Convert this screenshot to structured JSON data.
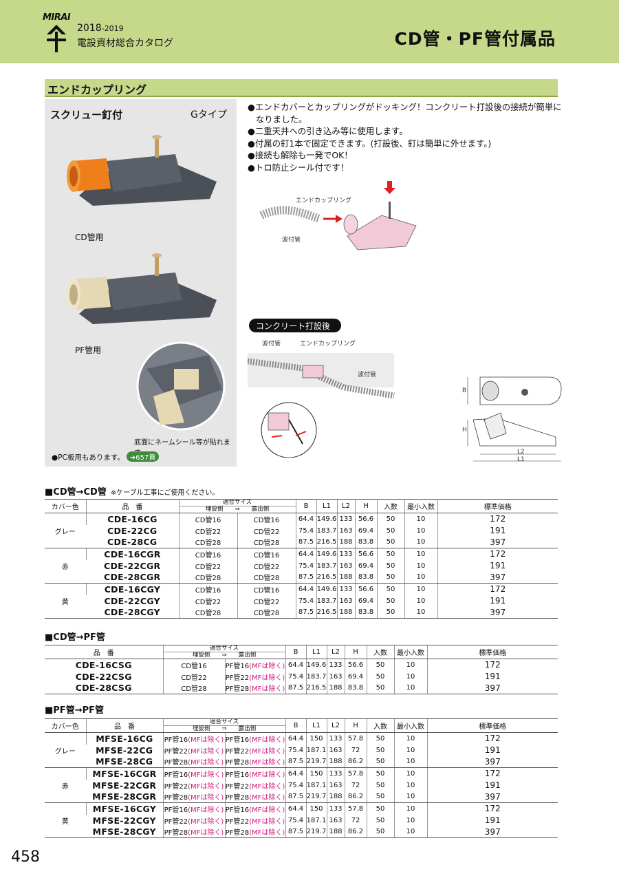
{
  "header": {
    "logo_text": "MIRAI",
    "year": "2018",
    "year_tail": "-2019",
    "catalog": "電設資材総合カタログ",
    "title": "CD管・PF管付属品"
  },
  "section": {
    "title": "エンドカップリング"
  },
  "panel": {
    "title": "スクリュー釘付",
    "type": "Gタイプ",
    "cd_caption": "CD管用",
    "pf_caption": "PF管用",
    "bottom_note": "底面にネームシール等が貼れます。",
    "pc_note": "●PC板用もあります。",
    "pc_ref": "657頁"
  },
  "features": [
    "エンドカバーとカップリングがドッキング！コンクリート打設後の接続が簡単になりました。",
    "二重天井への引き込み等に使用します。",
    "付属の釘1本で固定できます。(打設後、釘は簡単に外せます。)",
    "接続も解除も一発でOK！",
    "トロ防止シール付です！"
  ],
  "diagram": {
    "label_coupling": "エンドカップリング",
    "label_pipe": "波付管",
    "after_badge": "コンクリート打設後",
    "label_pipe2": "波付管",
    "label_coupling2": "エンドカップリング",
    "label_pipe3": "波付管",
    "dim_B": "B",
    "dim_H": "H",
    "dim_L2": "L2",
    "dim_L1": "L1"
  },
  "colors": {
    "accent": "#c6d98a",
    "magenta": "#d0167a"
  },
  "tables": {
    "headers": {
      "cover": "カバー色",
      "part": "品　番",
      "size": "適合サイズ",
      "buried": "埋設側",
      "arrow": "⇒",
      "exposed": "露出側",
      "B": "B",
      "L1": "L1",
      "L2": "L2",
      "H": "H",
      "qty": "入数",
      "min_qty": "最小入数",
      "price": "標準価格"
    },
    "cd_cd": {
      "title": "■CD管→CD管",
      "note": "※ケーブル工事にご使用ください。",
      "rows": [
        {
          "color": "グレー",
          "part": "CDE-16CG",
          "buried": "CD管16",
          "exposed": "CD管16",
          "B": "64.4",
          "L1": "149.6",
          "L2": "133",
          "H": "56.6",
          "qty": "50",
          "min": "10",
          "price": "172"
        },
        {
          "color": "",
          "part": "CDE-22CG",
          "buried": "CD管22",
          "exposed": "CD管22",
          "B": "75.4",
          "L1": "183.7",
          "L2": "163",
          "H": "69.4",
          "qty": "50",
          "min": "10",
          "price": "191"
        },
        {
          "color": "",
          "part": "CDE-28CG",
          "buried": "CD管28",
          "exposed": "CD管28",
          "B": "87.5",
          "L1": "216.5",
          "L2": "188",
          "H": "83.8",
          "qty": "50",
          "min": "10",
          "price": "397"
        },
        {
          "color": "赤",
          "part": "CDE-16CGR",
          "buried": "CD管16",
          "exposed": "CD管16",
          "B": "64.4",
          "L1": "149.6",
          "L2": "133",
          "H": "56.6",
          "qty": "50",
          "min": "10",
          "price": "172"
        },
        {
          "color": "",
          "part": "CDE-22CGR",
          "buried": "CD管22",
          "exposed": "CD管22",
          "B": "75.4",
          "L1": "183.7",
          "L2": "163",
          "H": "69.4",
          "qty": "50",
          "min": "10",
          "price": "191"
        },
        {
          "color": "",
          "part": "CDE-28CGR",
          "buried": "CD管28",
          "exposed": "CD管28",
          "B": "87.5",
          "L1": "216.5",
          "L2": "188",
          "H": "83.8",
          "qty": "50",
          "min": "10",
          "price": "397"
        },
        {
          "color": "黄",
          "part": "CDE-16CGY",
          "buried": "CD管16",
          "exposed": "CD管16",
          "B": "64.4",
          "L1": "149.6",
          "L2": "133",
          "H": "56.6",
          "qty": "50",
          "min": "10",
          "price": "172"
        },
        {
          "color": "",
          "part": "CDE-22CGY",
          "buried": "CD管22",
          "exposed": "CD管22",
          "B": "75.4",
          "L1": "183.7",
          "L2": "163",
          "H": "69.4",
          "qty": "50",
          "min": "10",
          "price": "191"
        },
        {
          "color": "",
          "part": "CDE-28CGY",
          "buried": "CD管28",
          "exposed": "CD管28",
          "B": "87.5",
          "L1": "216.5",
          "L2": "188",
          "H": "83.8",
          "qty": "50",
          "min": "10",
          "price": "397"
        }
      ]
    },
    "cd_pf": {
      "title": "■CD管→PF管",
      "mf_note": "(MFは除く)",
      "rows": [
        {
          "part": "CDE-16CSG",
          "buried": "CD管16",
          "exposed": "PF管16",
          "B": "64.4",
          "L1": "149.6",
          "L2": "133",
          "H": "56.6",
          "qty": "50",
          "min": "10",
          "price": "172"
        },
        {
          "part": "CDE-22CSG",
          "buried": "CD管22",
          "exposed": "PF管22",
          "B": "75.4",
          "L1": "183.7",
          "L2": "163",
          "H": "69.4",
          "qty": "50",
          "min": "10",
          "price": "191"
        },
        {
          "part": "CDE-28CSG",
          "buried": "CD管28",
          "exposed": "PF管28",
          "B": "87.5",
          "L1": "216.5",
          "L2": "188",
          "H": "83.8",
          "qty": "50",
          "min": "10",
          "price": "397"
        }
      ]
    },
    "pf_pf": {
      "title": "■PF管→PF管",
      "mf_note": "(MFは除く)",
      "rows": [
        {
          "color": "グレー",
          "part": "MFSE-16CG",
          "buried": "PF管16",
          "exposed": "PF管16",
          "B": "64.4",
          "L1": "150",
          "L2": "133",
          "H": "57.8",
          "qty": "50",
          "min": "10",
          "price": "172"
        },
        {
          "color": "",
          "part": "MFSE-22CG",
          "buried": "PF管22",
          "exposed": "PF管22",
          "B": "75.4",
          "L1": "187.1",
          "L2": "163",
          "H": "72",
          "qty": "50",
          "min": "10",
          "price": "191"
        },
        {
          "color": "",
          "part": "MFSE-28CG",
          "buried": "PF管28",
          "exposed": "PF管28",
          "B": "87.5",
          "L1": "219.7",
          "L2": "188",
          "H": "86.2",
          "qty": "50",
          "min": "10",
          "price": "397"
        },
        {
          "color": "赤",
          "part": "MFSE-16CGR",
          "buried": "PF管16",
          "exposed": "PF管16",
          "B": "64.4",
          "L1": "150",
          "L2": "133",
          "H": "57.8",
          "qty": "50",
          "min": "10",
          "price": "172"
        },
        {
          "color": "",
          "part": "MFSE-22CGR",
          "buried": "PF管22",
          "exposed": "PF管22",
          "B": "75.4",
          "L1": "187.1",
          "L2": "163",
          "H": "72",
          "qty": "50",
          "min": "10",
          "price": "191"
        },
        {
          "color": "",
          "part": "MFSE-28CGR",
          "buried": "PF管28",
          "exposed": "PF管28",
          "B": "87.5",
          "L1": "219.7",
          "L2": "188",
          "H": "86.2",
          "qty": "50",
          "min": "10",
          "price": "397"
        },
        {
          "color": "黄",
          "part": "MFSE-16CGY",
          "buried": "PF管16",
          "exposed": "PF管16",
          "B": "64.4",
          "L1": "150",
          "L2": "133",
          "H": "57.8",
          "qty": "50",
          "min": "10",
          "price": "172"
        },
        {
          "color": "",
          "part": "MFSE-22CGY",
          "buried": "PF管22",
          "exposed": "PF管22",
          "B": "75.4",
          "L1": "187.1",
          "L2": "163",
          "H": "72",
          "qty": "50",
          "min": "10",
          "price": "191"
        },
        {
          "color": "",
          "part": "MFSE-28CGY",
          "buried": "PF管28",
          "exposed": "PF管28",
          "B": "87.5",
          "L1": "219.7",
          "L2": "188",
          "H": "86.2",
          "qty": "50",
          "min": "10",
          "price": "397"
        }
      ]
    }
  },
  "page_number": "458"
}
